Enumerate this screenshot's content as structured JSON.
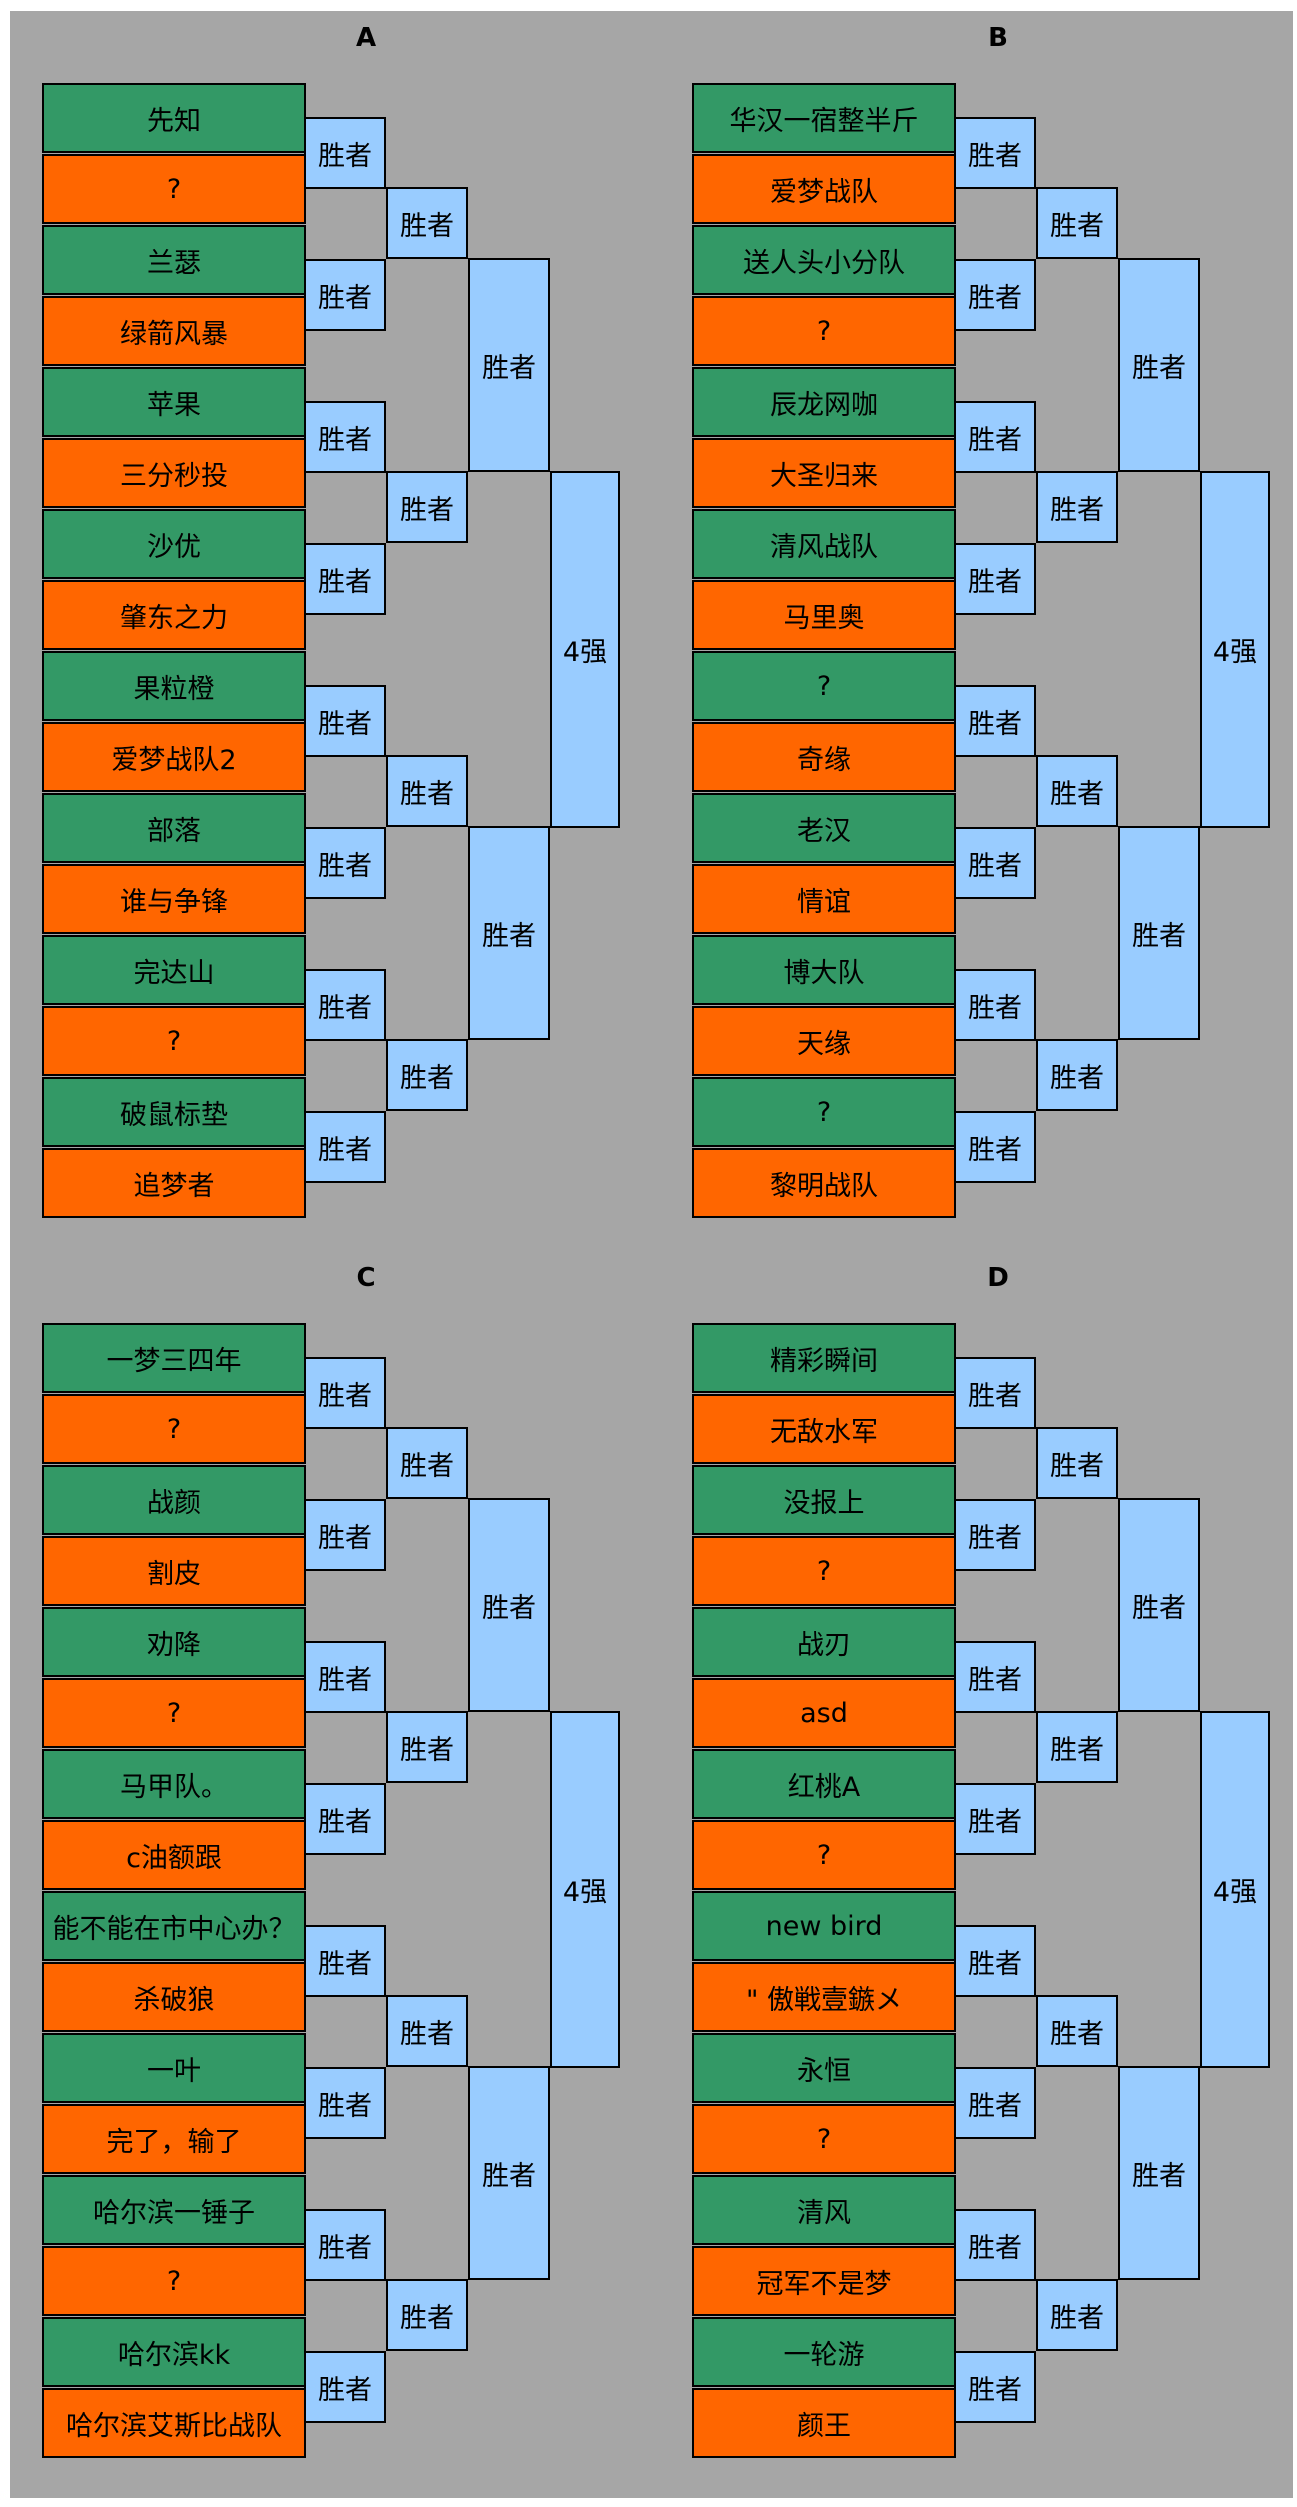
{
  "brackets": [
    {
      "label": "A",
      "teams": [
        "先知",
        "?",
        "兰瑟",
        "绿箭风暴",
        "苹果",
        "三分秒投",
        "沙优",
        "肇东之力",
        "果粒橙",
        "爱梦战队2",
        "部落",
        "谁与争锋",
        "完达山",
        "?",
        "破鼠标垫",
        "追梦者"
      ]
    },
    {
      "label": "B",
      "teams": [
        "华汉一宿整半斤",
        "爱梦战队",
        "送人头小分队",
        "?",
        "辰龙网咖",
        "大圣归来",
        "清风战队",
        "马里奥",
        "?",
        "奇缘",
        "老汉",
        "情谊",
        "博大队",
        "天缘",
        "?",
        "黎明战队"
      ]
    },
    {
      "label": "C",
      "teams": [
        "一梦三四年",
        "?",
        "战颜",
        "割皮",
        "劝降",
        "?",
        "马甲队。",
        "c油额跟",
        "能不能在市中心办？",
        "杀破狼",
        "一叶",
        "完了，输了",
        "哈尔滨一锤子",
        "?",
        "哈尔滨kk",
        "哈尔滨艾斯比战队"
      ]
    },
    {
      "label": "D",
      "teams": [
        "精彩瞬间",
        "无敌水军",
        "没报上",
        "?",
        "战刃",
        "asd",
        "红桃A",
        "?",
        "new bird",
        "\" 傲戦壹鏃メ",
        "永恒",
        "?",
        "清风",
        "冠军不是梦",
        "一轮游",
        "颜王"
      ]
    }
  ],
  "labels": {
    "winner": "胜者",
    "top4": "4强"
  },
  "colors": {
    "background": "#a6a6a6",
    "team_top": "#339966",
    "team_bottom": "#ff6600",
    "winner_box": "#99ccff"
  }
}
